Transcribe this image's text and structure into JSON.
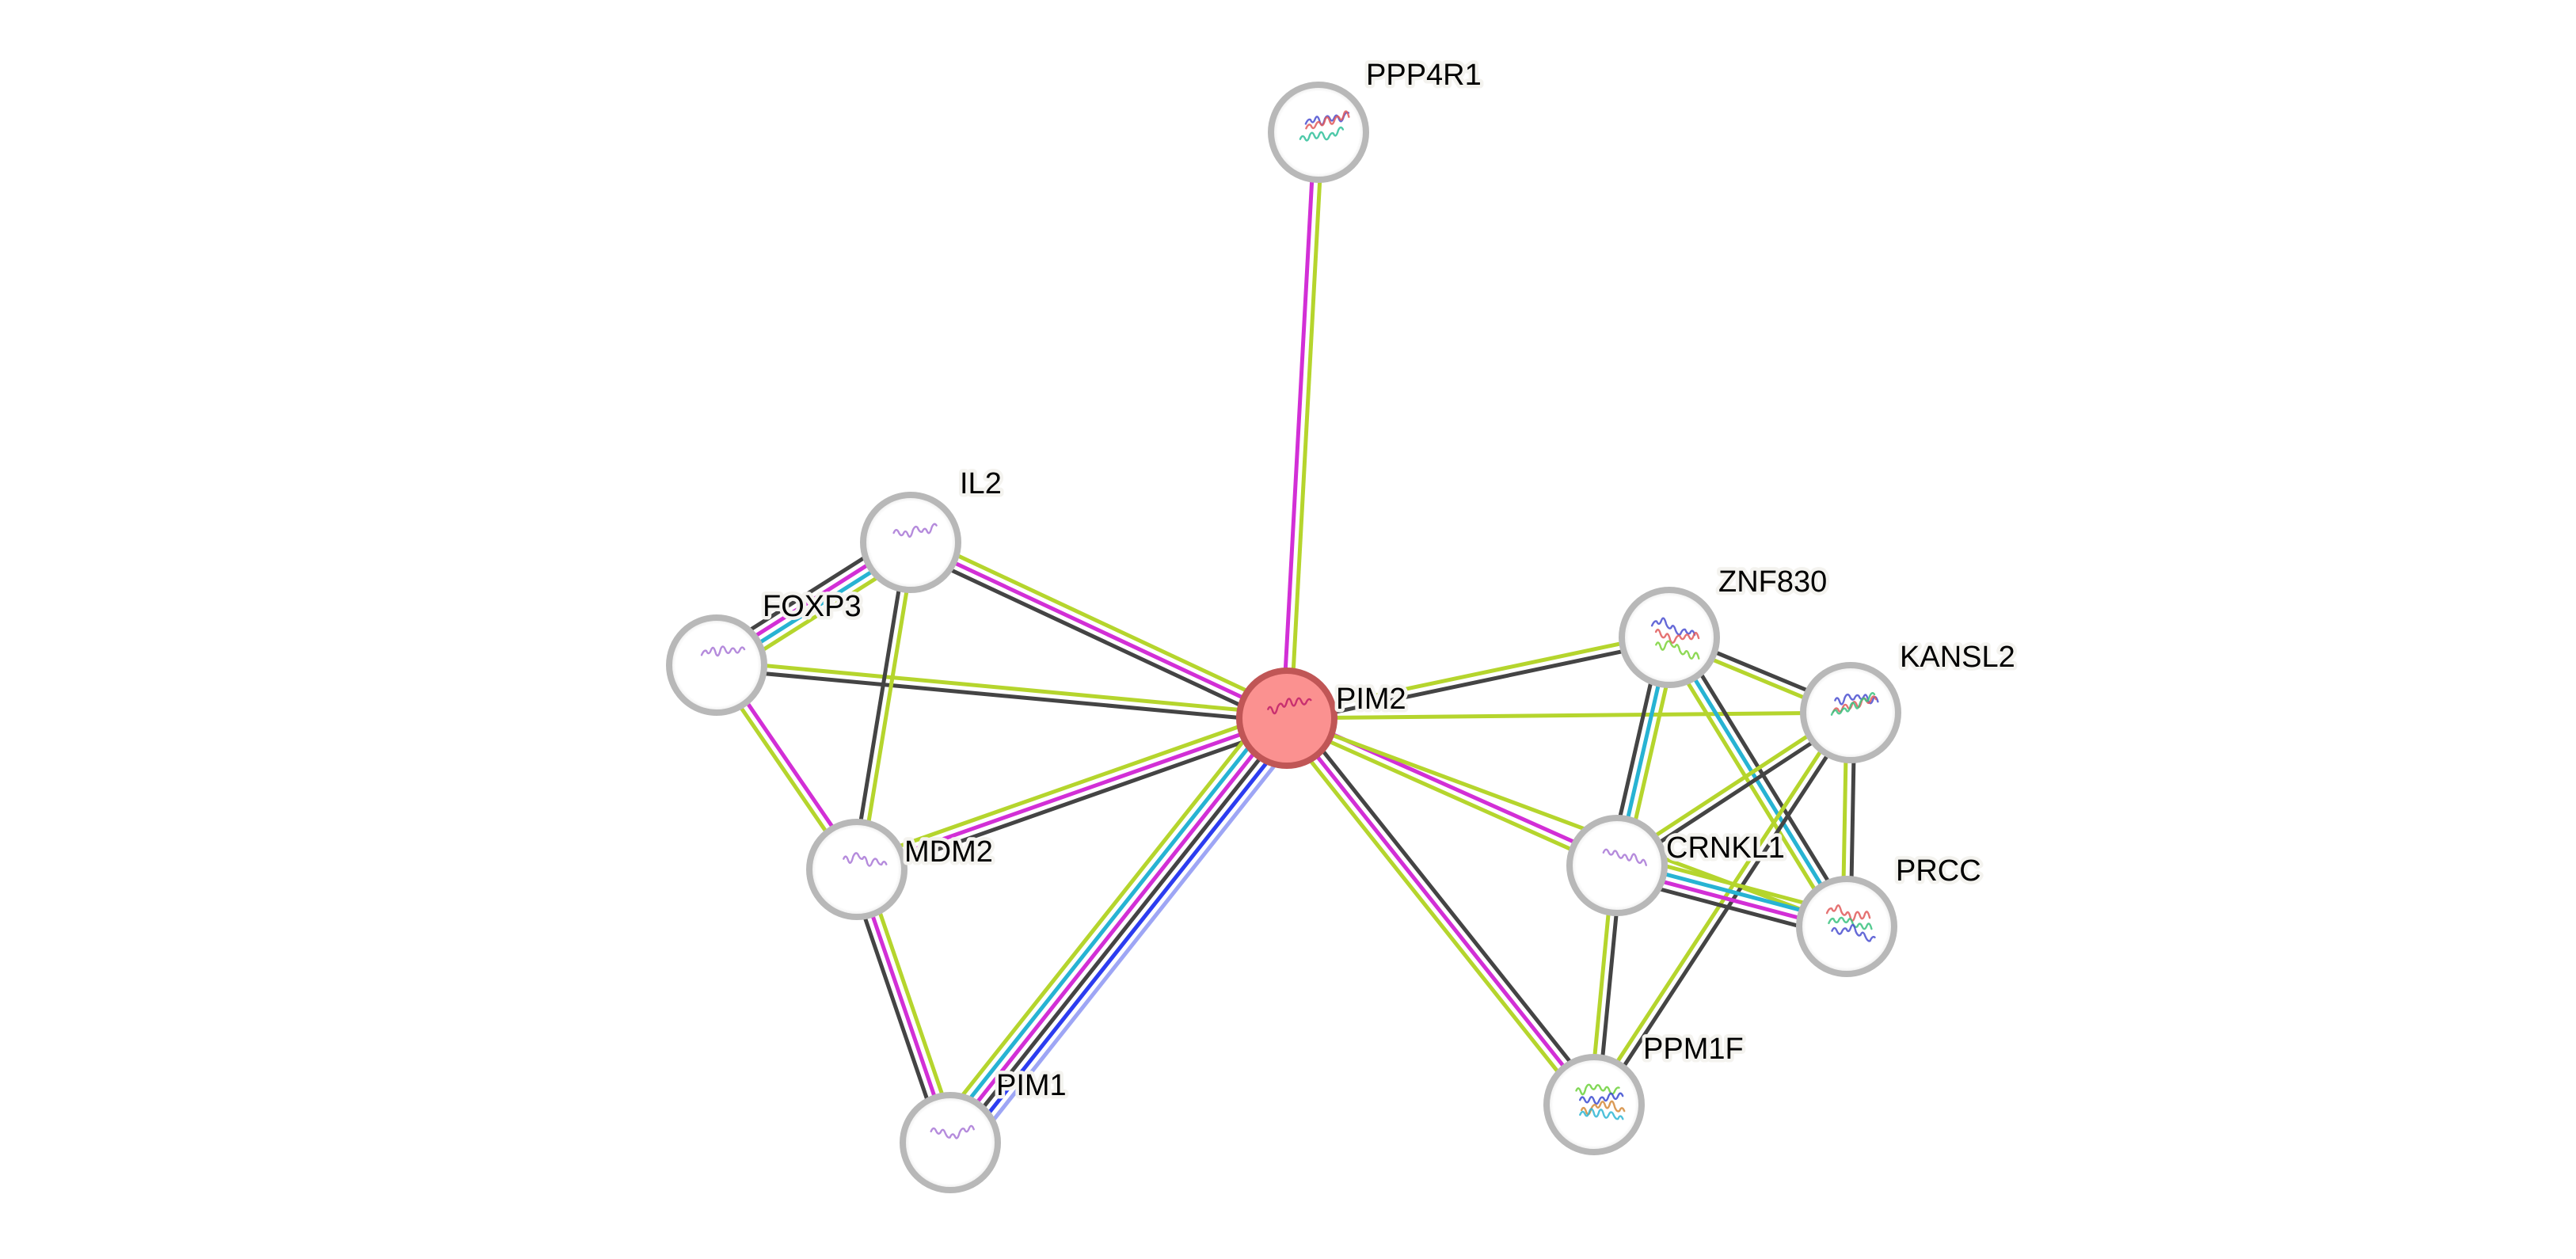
{
  "network": {
    "type": "protein-interaction-network",
    "query_protein": "PIM2",
    "colors": {
      "node_ring": "#b8b8b8",
      "node_fill": "#ffffff",
      "query_fill": "#fb9190",
      "query_ring": "#c05656",
      "label_halo": "#f4f3ef"
    },
    "evidence_colors": {
      "textmining": "#b5d52d",
      "experiments": "#d22fd6",
      "coexpression": "#444444",
      "databases": "#27b3d3",
      "gene_fusion": "#2c3cf0",
      "cooccurrence": "#9ea6f5"
    },
    "nodes": [
      {
        "id": "PPP4R1",
        "label": "PPP4R1",
        "query": false,
        "structure_colors": [
          "#4a4fd0",
          "#e05b5b",
          "#2fbf9a"
        ]
      },
      {
        "id": "PIM2",
        "label": "PIM2",
        "query": true,
        "structure_colors": [
          "#c01f6a"
        ]
      },
      {
        "id": "IL2",
        "label": "IL2",
        "query": false,
        "structure_colors": [
          "#a877d6"
        ]
      },
      {
        "id": "FOXP3",
        "label": "FOXP3",
        "query": false,
        "structure_colors": [
          "#a877d6"
        ]
      },
      {
        "id": "MDM2",
        "label": "MDM2",
        "query": false,
        "structure_colors": [
          "#a877d6"
        ]
      },
      {
        "id": "PIM1",
        "label": "PIM1",
        "query": false,
        "structure_colors": [
          "#a877d6"
        ]
      },
      {
        "id": "ZNF830",
        "label": "ZNF830",
        "query": false,
        "structure_colors": [
          "#4a4fd0",
          "#e05b5b",
          "#7bd23a"
        ]
      },
      {
        "id": "KANSL2",
        "label": "KANSL2",
        "query": false,
        "structure_colors": [
          "#4a4fd0",
          "#e05b5b",
          "#3ac27f"
        ]
      },
      {
        "id": "CRNKL1",
        "label": "CRNKL1",
        "query": false,
        "structure_colors": [
          "#a877d6"
        ]
      },
      {
        "id": "PRCC",
        "label": "PRCC",
        "query": false,
        "structure_colors": [
          "#e05b5b",
          "#3ac27f",
          "#4a4fd0"
        ]
      },
      {
        "id": "PPM1F",
        "label": "PPM1F",
        "query": false,
        "structure_colors": [
          "#6cd13a",
          "#3a4ad0",
          "#d48a3a",
          "#2fb6d3"
        ]
      }
    ],
    "edges": [
      {
        "source": "PIM2",
        "target": "PPP4R1",
        "evidence": [
          "experiments",
          "textmining"
        ]
      },
      {
        "source": "PIM2",
        "target": "IL2",
        "evidence": [
          "coexpression",
          "experiments",
          "textmining"
        ]
      },
      {
        "source": "PIM2",
        "target": "FOXP3",
        "evidence": [
          "coexpression",
          "textmining"
        ]
      },
      {
        "source": "PIM2",
        "target": "MDM2",
        "evidence": [
          "coexpression",
          "experiments",
          "textmining"
        ]
      },
      {
        "source": "PIM2",
        "target": "PIM1",
        "evidence": [
          "cooccurrence",
          "gene_fusion",
          "coexpression",
          "experiments",
          "databases",
          "textmining"
        ]
      },
      {
        "source": "PIM2",
        "target": "ZNF830",
        "evidence": [
          "textmining",
          "coexpression"
        ]
      },
      {
        "source": "PIM2",
        "target": "KANSL2",
        "evidence": [
          "textmining"
        ]
      },
      {
        "source": "PIM2",
        "target": "CRNKL1",
        "evidence": [
          "experiments",
          "textmining"
        ]
      },
      {
        "source": "PIM2",
        "target": "PRCC",
        "evidence": [
          "textmining"
        ]
      },
      {
        "source": "PIM2",
        "target": "PPM1F",
        "evidence": [
          "coexpression",
          "experiments",
          "textmining"
        ]
      },
      {
        "source": "IL2",
        "target": "FOXP3",
        "evidence": [
          "textmining",
          "databases",
          "experiments",
          "coexpression"
        ]
      },
      {
        "source": "IL2",
        "target": "MDM2",
        "evidence": [
          "textmining",
          "coexpression"
        ]
      },
      {
        "source": "FOXP3",
        "target": "MDM2",
        "evidence": [
          "experiments",
          "textmining"
        ]
      },
      {
        "source": "MDM2",
        "target": "PIM1",
        "evidence": [
          "textmining",
          "experiments",
          "coexpression"
        ]
      },
      {
        "source": "ZNF830",
        "target": "KANSL2",
        "evidence": [
          "coexpression",
          "textmining"
        ]
      },
      {
        "source": "ZNF830",
        "target": "CRNKL1",
        "evidence": [
          "textmining",
          "databases",
          "coexpression"
        ]
      },
      {
        "source": "ZNF830",
        "target": "PRCC",
        "evidence": [
          "coexpression",
          "databases",
          "textmining"
        ]
      },
      {
        "source": "KANSL2",
        "target": "CRNKL1",
        "evidence": [
          "coexpression",
          "textmining"
        ]
      },
      {
        "source": "KANSL2",
        "target": "PRCC",
        "evidence": [
          "coexpression",
          "textmining"
        ]
      },
      {
        "source": "KANSL2",
        "target": "PPM1F",
        "evidence": [
          "coexpression",
          "textmining"
        ]
      },
      {
        "source": "CRNKL1",
        "target": "PRCC",
        "evidence": [
          "textmining",
          "databases",
          "experiments",
          "coexpression"
        ]
      },
      {
        "source": "CRNKL1",
        "target": "PPM1F",
        "evidence": [
          "coexpression",
          "textmining"
        ]
      }
    ]
  }
}
